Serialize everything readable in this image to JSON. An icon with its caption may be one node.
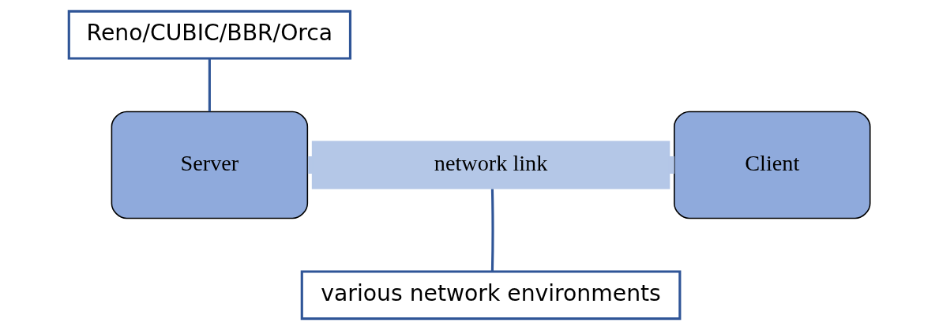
{
  "diagram": {
    "nodes": [
      {
        "text": [
          "Reno/CUBIC/BBR/Orca"
        ]
      },
      {
        "text": [
          "Server"
        ]
      },
      {
        "text": [
          "network link"
        ]
      },
      {
        "text": [
          "Client"
        ]
      },
      {
        "text": [
          "various network environments"
        ]
      }
    ],
    "edges": [
      {
        "from": 0,
        "to": 1,
        "arrow": "none",
        "color": "#2f5597"
      },
      {
        "from": 1,
        "to": 2,
        "arrow": "none",
        "style": "thick",
        "color": "#b4c7e7"
      },
      {
        "from": 2,
        "to": 3,
        "arrow": "none",
        "style": "thick",
        "color": "#b4c7e7"
      },
      {
        "from": 4,
        "to": 2,
        "arrow": "none",
        "color": "#2f5597"
      }
    ]
  }
}
